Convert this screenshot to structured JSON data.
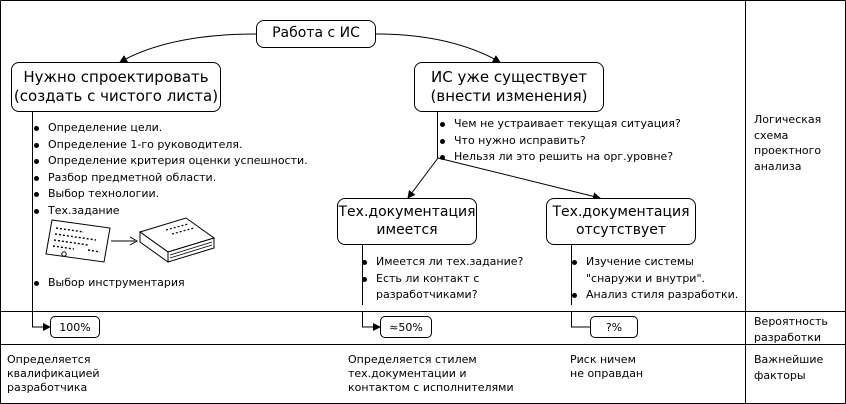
{
  "root": "Работа с ИС",
  "left_branch": {
    "title_lines": [
      "Нужно спроектировать",
      "(создать с чистого листа)"
    ],
    "steps": [
      "Определение цели.",
      "Определение 1-го руководителя.",
      "Определение критерия оценки успешности.",
      "Разбор предметной области.",
      "Выбор технологии.",
      "Тех.задание"
    ],
    "final_step": "Выбор инструментария",
    "probability": "100%",
    "factor_lines": [
      "Определяется",
      "квалификацией",
      "разработчика"
    ],
    "icons": [
      "document-icon",
      "arrow-right-icon",
      "book-icon"
    ]
  },
  "right_branch": {
    "title_lines": [
      "ИС уже существует",
      "(внести изменения)"
    ],
    "questions": [
      "Чем не устраивает текущая ситуация?",
      "Что нужно исправить?",
      "Нельзя ли это решить на орг.уровне?"
    ],
    "doc_exists": {
      "title_lines": [
        "Тех.документация",
        "имеется"
      ],
      "items": [
        "Имеется ли тех.задание?",
        "Есть ли контакт с\nразработчиками?"
      ],
      "item_lines": [
        [
          "Имеется ли тех.задание?"
        ],
        [
          "Есть ли контакт с",
          "разработчиками?"
        ]
      ],
      "probability": "≈50%",
      "factor_lines": [
        "Определяется стилем",
        "тех.документации и",
        "контактом с исполнителями"
      ]
    },
    "doc_missing": {
      "title_lines": [
        "Тех.документация",
        "отсутствует"
      ],
      "item_lines": [
        [
          "Изучение системы",
          "\"снаружи и внутри\"."
        ],
        [
          "Анализ стиля разработки."
        ]
      ],
      "probability": "?%",
      "factor_lines": [
        "Риск ничем",
        "не оправдан"
      ]
    }
  },
  "side_labels": {
    "scheme_lines": [
      "Логическая",
      "схема",
      "проектного",
      "анализа"
    ],
    "probability_lines": [
      "Вероятность",
      "разработки"
    ],
    "factors_lines": [
      "Важнейшие",
      "факторы"
    ]
  }
}
